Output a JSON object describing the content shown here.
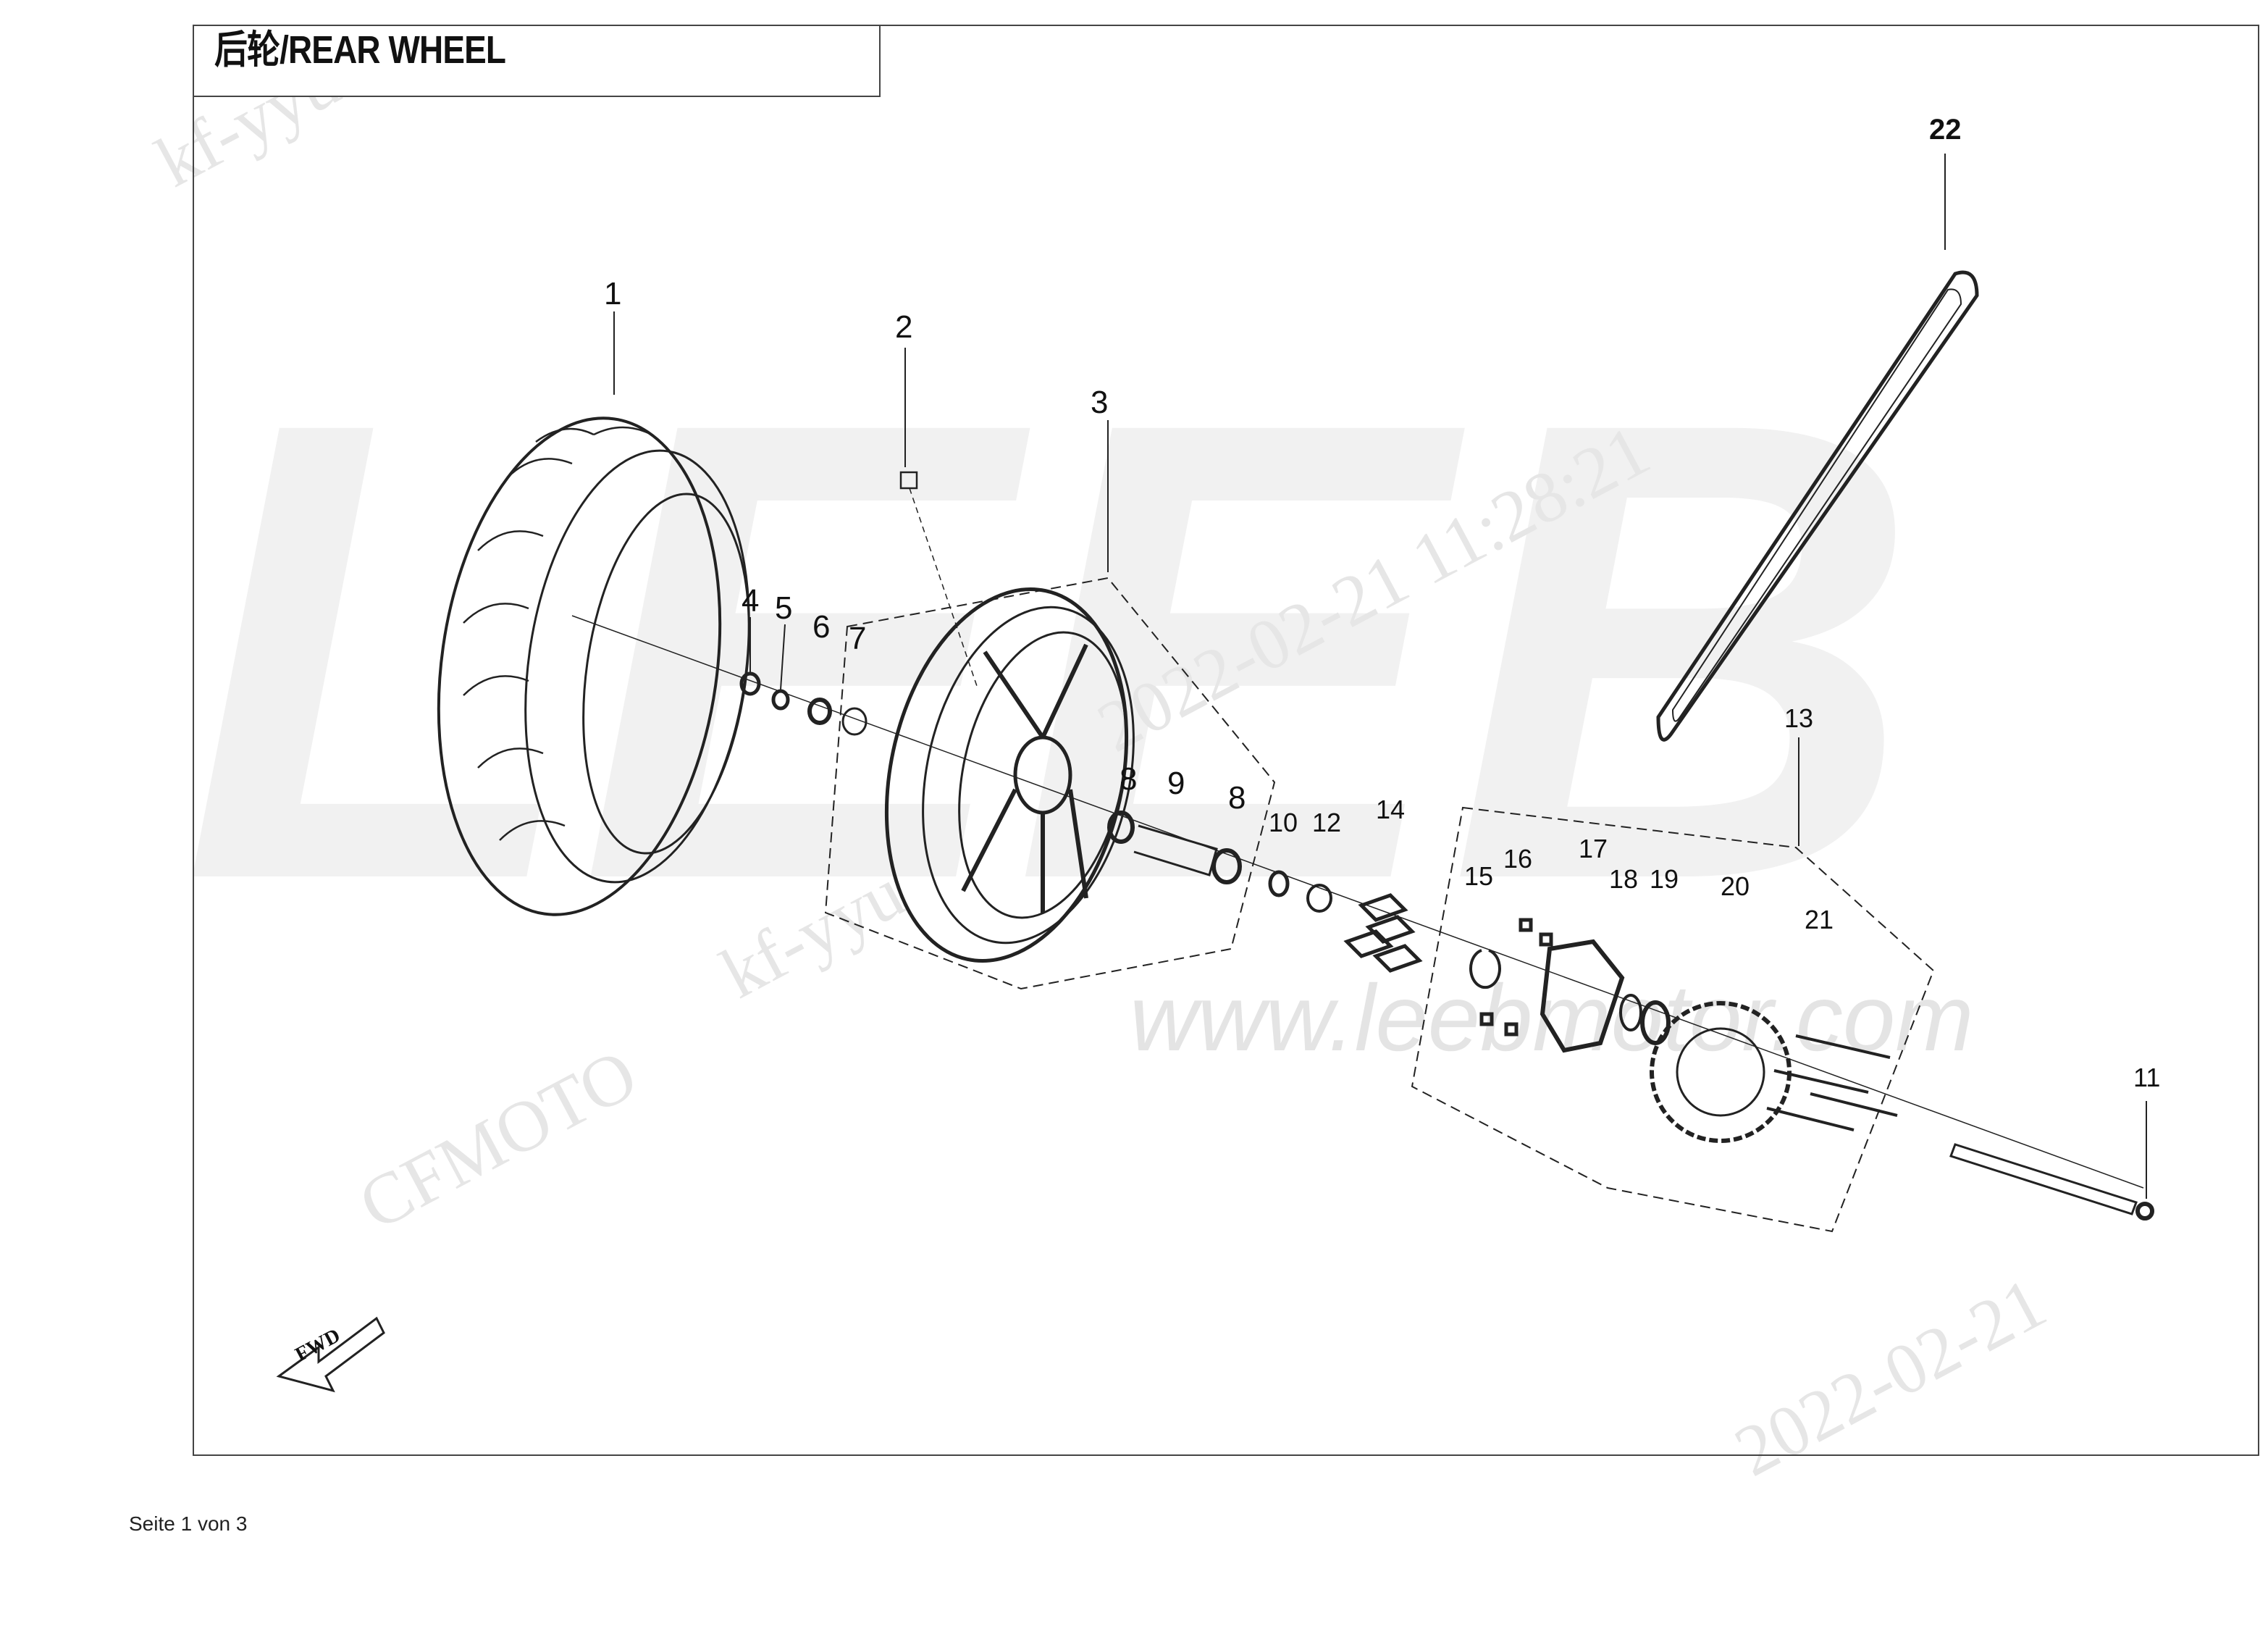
{
  "title": "后轮/REAR WHEEL",
  "footer": "Seite 1 von 3",
  "fwd_label": "FWD",
  "watermarks": {
    "brand": "LEEB",
    "url": "www.leebmotor.com",
    "maker": "CFMOTO",
    "user": "kf-yyu",
    "stamp_datetime": "2022-02-21 11:28:21",
    "stamp_date": "2022-02-21"
  },
  "callouts": [
    "1",
    "2",
    "3",
    "4",
    "5",
    "6",
    "7",
    "8",
    "9",
    "8",
    "10",
    "12",
    "14",
    "15",
    "16",
    "17",
    "18",
    "19",
    "20",
    "21",
    "13",
    "22",
    "11"
  ]
}
